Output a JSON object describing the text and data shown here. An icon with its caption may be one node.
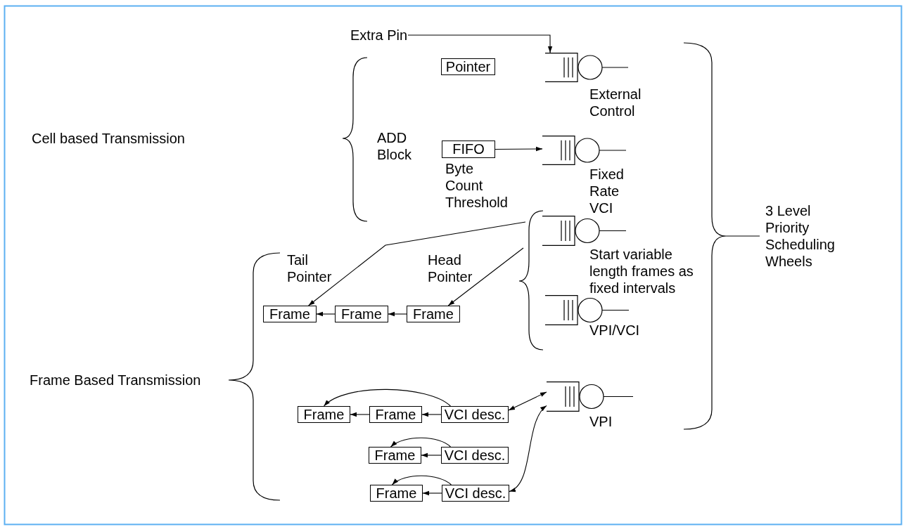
{
  "diagram": {
    "nodes": [
      {
        "text": [
          "Extra Pin"
        ]
      },
      {
        "text": [
          "Pointer"
        ]
      },
      {
        "text": [],
        "shape": "queue",
        "beside": [
          "External Control"
        ]
      },
      {
        "text": [
          "FIFO"
        ],
        "beside": [
          "Byte Count Threshold"
        ]
      },
      {
        "text": [],
        "shape": "queue",
        "beside": [
          "Fixed Rate VCI"
        ]
      },
      {
        "text": [],
        "shape": "queue",
        "beside": [
          "Start variable length frames as fixed intervals"
        ]
      },
      {
        "text": [
          "Frame"
        ]
      },
      {
        "text": [
          "Frame"
        ]
      },
      {
        "text": [
          "Frame"
        ]
      },
      {
        "text": [],
        "shape": "queue",
        "beside": [
          "VPI/VCI"
        ]
      },
      {
        "text": [
          "Frame"
        ]
      },
      {
        "text": [
          "Frame"
        ]
      },
      {
        "text": [
          "VCI desc."
        ]
      },
      {
        "text": [],
        "shape": "queue",
        "beside": [
          "VPI"
        ]
      },
      {
        "text": [
          "Frame"
        ]
      },
      {
        "text": [
          "VCI desc."
        ]
      },
      {
        "text": [
          "Frame"
        ]
      },
      {
        "text": [
          "VCI desc."
        ]
      }
    ],
    "edges": [
      {
        "from": 0,
        "to": 2,
        "arrow": "to"
      },
      {
        "from": 3,
        "to": 4,
        "arrow": "to"
      },
      {
        "from": null,
        "to": 6,
        "arrow": "to",
        "label": "Tail Pointer"
      },
      {
        "from": null,
        "to": 8,
        "arrow": "to",
        "label": "Head Pointer"
      },
      {
        "from": 7,
        "to": 6,
        "arrow": "to"
      },
      {
        "from": 8,
        "to": 7,
        "arrow": "to"
      },
      {
        "from": 11,
        "to": 10,
        "arrow": "to"
      },
      {
        "from": 12,
        "to": 11,
        "arrow": "to"
      },
      {
        "from": 12,
        "to": 10,
        "arrow": "to"
      },
      {
        "from": 12,
        "to": 13,
        "arrow": "both"
      },
      {
        "from": 15,
        "to": 14,
        "arrow": "to"
      },
      {
        "from": 15,
        "to": 14,
        "arrow": "to"
      },
      {
        "from": 17,
        "to": 16,
        "arrow": "to"
      },
      {
        "from": 17,
        "to": 16,
        "arrow": "to"
      },
      {
        "from": 17,
        "to": 13,
        "arrow": "both"
      }
    ],
    "labels": [
      "Cell based Transmission",
      "ADD Block",
      "Frame Based Transmission",
      "3 Level Priority Scheduling Wheels"
    ]
  }
}
